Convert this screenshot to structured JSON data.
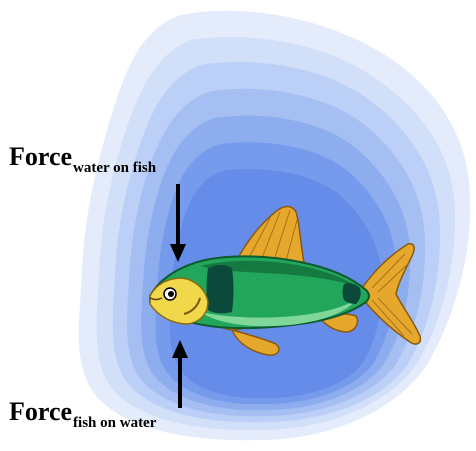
{
  "force_top": {
    "main": "Force",
    "sub": "water on fish"
  },
  "force_bottom": {
    "main": "Force",
    "sub": "fish on water"
  },
  "colors": {
    "water_layers": [
      "#dde7fb",
      "#cbdaf8",
      "#b6caf5",
      "#a0b9f1",
      "#88a7ee",
      "#6f95ea",
      "#5b86e6"
    ],
    "fish_body": "#1fa35a",
    "fish_fins": "#e3a62a",
    "arrow": "#000000"
  }
}
